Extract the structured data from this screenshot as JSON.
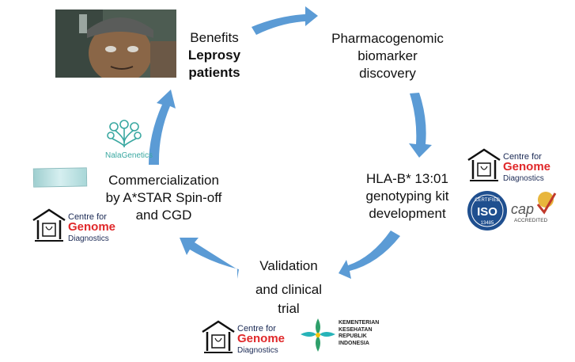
{
  "steps": {
    "benefits_line1": "Benefits",
    "benefits_line2": "Leprosy",
    "benefits_line3": "patients",
    "discovery_line1": "Pharmacogenomic",
    "discovery_line2": "biomarker",
    "discovery_line3": "discovery",
    "kit_line1": "HLA-B* 13:01",
    "kit_line2": "genotyping kit",
    "kit_line3": "development",
    "validation_line1": "Validation",
    "validation_line2": "and clinical",
    "validation_line3": "trial",
    "commercial_line1": "Commercialization",
    "commercial_line2": "by A*STAR Spin-off",
    "commercial_line3": "and CGD"
  },
  "logos": {
    "cgd_line1": "Centre for",
    "cgd_line2": "Genome",
    "cgd_line3": "Diagnostics",
    "nala": "NalaGenetics",
    "iso_top": "CERTIFIED",
    "iso_mid": "ISO",
    "iso_num": "13485",
    "cap_main": "cap",
    "cap_sub": "ACCREDITED",
    "kem_line1": "KEMENTERIAN",
    "kem_line2": "KESEHATAN",
    "kem_line3": "REPUBLIK",
    "kem_line4": "INDONESIA"
  },
  "colors": {
    "arrow": "#5b9bd5",
    "cgd_red": "#e0282a",
    "cgd_navy": "#1b2a55",
    "nala_teal": "#3aa8a1",
    "iso_blue": "#1f4f8f",
    "kem_green": "#2e9f6a",
    "kem_teal": "#27b3b8"
  }
}
